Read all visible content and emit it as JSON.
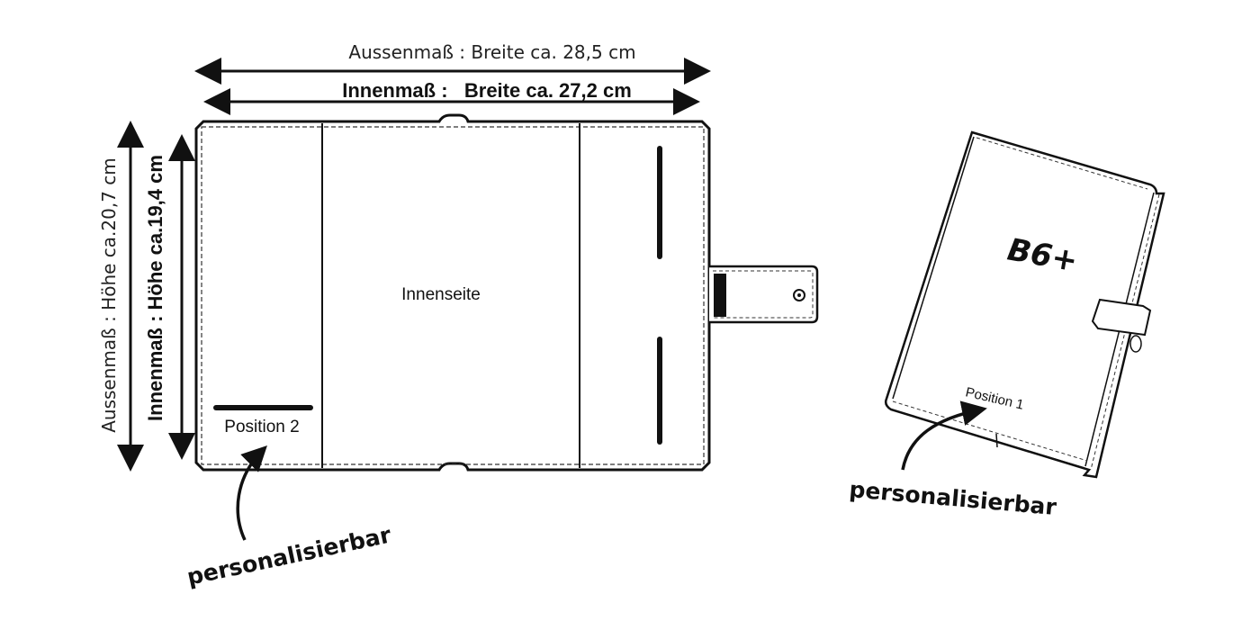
{
  "dimensions": {
    "outer_width": "Aussenmaß : Breite ca. 28,5 cm",
    "inner_width": "Innenmaß :   Breite ca. 27,2 cm",
    "outer_height": "Aussenmaß : Höhe ca.20,7 cm",
    "inner_height": "Innenmaß : Höhe ca.19,4 cm"
  },
  "open_view": {
    "inner_label": "Innenseite",
    "position_label": "Position 2",
    "callout": "personalisierbar"
  },
  "closed_view": {
    "size_label": "B6+",
    "position_label": "Position 1",
    "callout": "personalisierbar"
  }
}
